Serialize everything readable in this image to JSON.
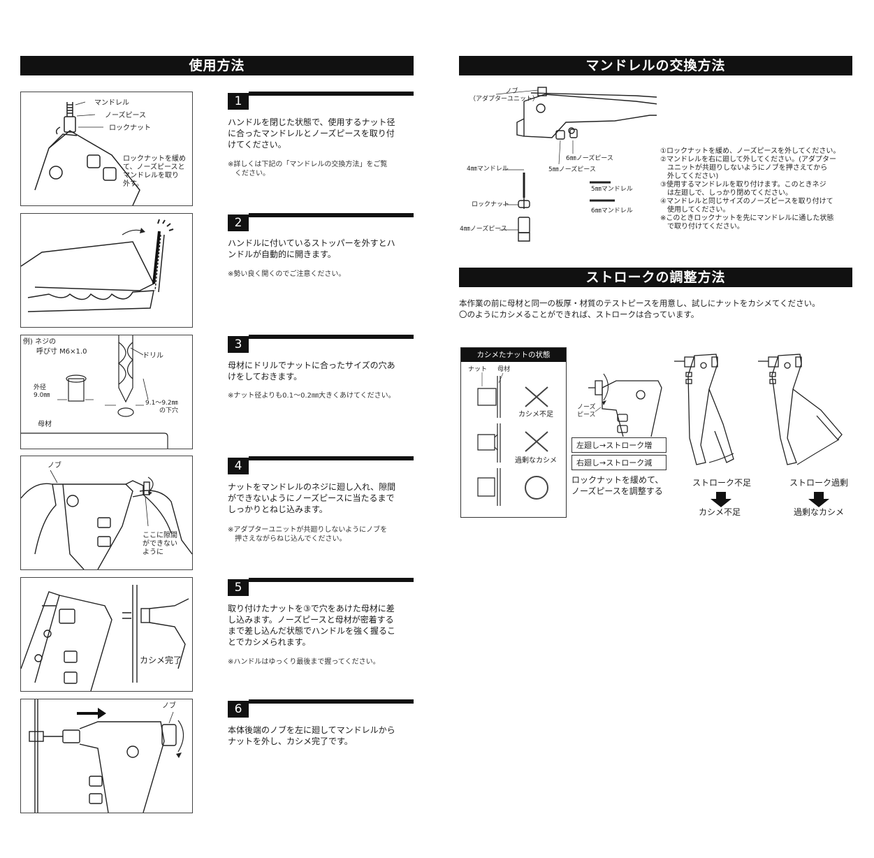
{
  "left_section": {
    "title": "使用方法",
    "steps": [
      {
        "num": "1",
        "text": [
          "ハンドルを閉じた状態で、使用するナット径",
          "に合ったマンドレルとノーズピースを取り付",
          "けてください。"
        ],
        "note": [
          "※詳しくは下記の「マンドレルの交換方法」をご覧",
          "　ください。"
        ],
        "labels": {
          "mandrel": "マンドレル",
          "nosepiece": "ノーズピース",
          "locknut": "ロックナット",
          "caption": [
            "ロックナットを緩め",
            "て、ノーズピースと",
            "マンドレルを取り",
            "外す。"
          ]
        }
      },
      {
        "num": "2",
        "text": [
          "ハンドルに付いているストッパーを外すとハ",
          "ンドルが自動的に開きます。"
        ],
        "note": [
          "※勢い良く開くのでご注意ください。"
        ]
      },
      {
        "num": "3",
        "text": [
          "母材にドリルでナットに合ったサイズの穴あ",
          "けをしておきます。"
        ],
        "note": [
          "※ナット径よりも0.1～0.2㎜大きくあけてください。"
        ],
        "labels": {
          "example1": "例) ネジの",
          "example2": "呼び寸 M6×1.0",
          "drill": "ドリル",
          "outer1": "外径",
          "outer2": "9.0㎜",
          "hole1": "9.1～9.2㎜",
          "hole2": "の下穴",
          "base": "母材"
        }
      },
      {
        "num": "4",
        "text": [
          "ナットをマンドレルのネジに廻し入れ、隙間",
          "ができないようにノーズピースに当たるまで",
          "しっかりとねじ込みます。"
        ],
        "note": [
          "※アダプターユニットが共廻りしないようにノブを",
          "　押さえながらねじ込んでください。"
        ],
        "labels": {
          "knob": "ノブ",
          "gap": [
            "ここに隙間",
            "ができない",
            "ように"
          ]
        }
      },
      {
        "num": "5",
        "text": [
          "取り付けたナットを③で穴をあけた母材に差",
          "し込みます。ノーズピースと母材が密着する",
          "まで差し込んだ状態でハンドルを強く握るこ",
          "とでカシメられます。"
        ],
        "note": [
          "※ハンドルはゆっくり最後まで握ってください。"
        ],
        "labels": {
          "done": "カシメ完了"
        }
      },
      {
        "num": "6",
        "text": [
          "本体後端のノブを左に廻してマンドレルから",
          "ナットを外し、カシメ完了です。"
        ],
        "note": [],
        "labels": {
          "knob": "ノブ"
        }
      }
    ]
  },
  "mandrel_section": {
    "title": "マンドレルの交換方法",
    "labels": {
      "knob": "ノブ",
      "adapter": "（アダプターユニット）",
      "nose6": "6㎜ノーズピース",
      "nose5": "5㎜ノーズピース",
      "mandrel4": "4㎜マンドレル",
      "mandrel5": "5㎜マンドレル",
      "mandrel6": "6㎜マンドレル",
      "locknut": "ロックナット",
      "nose4": "4㎜ノーズピース"
    },
    "instructions": [
      "①ロックナットを緩め、ノーズピースを外してください。",
      "②マンドレルを右に廻して外してください。(アダプター",
      "　ユニットが共廻りしないようにノブを押さえてから",
      "　外してください)",
      "③使用するマンドレルを取り付けます。このときネジ",
      "　は左廻しで、しっかり閉めてください。",
      "④マンドレルと同じサイズのノーズピースを取り付けて",
      "　使用してください。",
      "※このときロックナットを先にマンドレルに通した状態",
      "　で取り付けてください。"
    ]
  },
  "stroke_section": {
    "title": "ストロークの調整方法",
    "intro": [
      "本作業の前に母材と同一の板厚・材質のテストピースを用意し、試しにナットをカシメてください。",
      "〇のようにカシメることができれば、ストロークは合っています。"
    ],
    "state_title": "カシメたナットの状態",
    "nut_label": "ナット",
    "base_label": "母材",
    "states": [
      "カシメ不足",
      "過剰なカシメ"
    ],
    "nose_label": [
      "ノーズ",
      "ピース"
    ],
    "left_turn": "左廻し→ストローク増",
    "right_turn": "右廻し→ストローク減",
    "adjust": [
      "ロックナットを緩めて、",
      "ノーズピースを調整する"
    ],
    "stroke_short": "ストローク不足",
    "stroke_over": "ストローク過剰",
    "result_short": "カシメ不足",
    "result_over": "過剰なカシメ"
  }
}
